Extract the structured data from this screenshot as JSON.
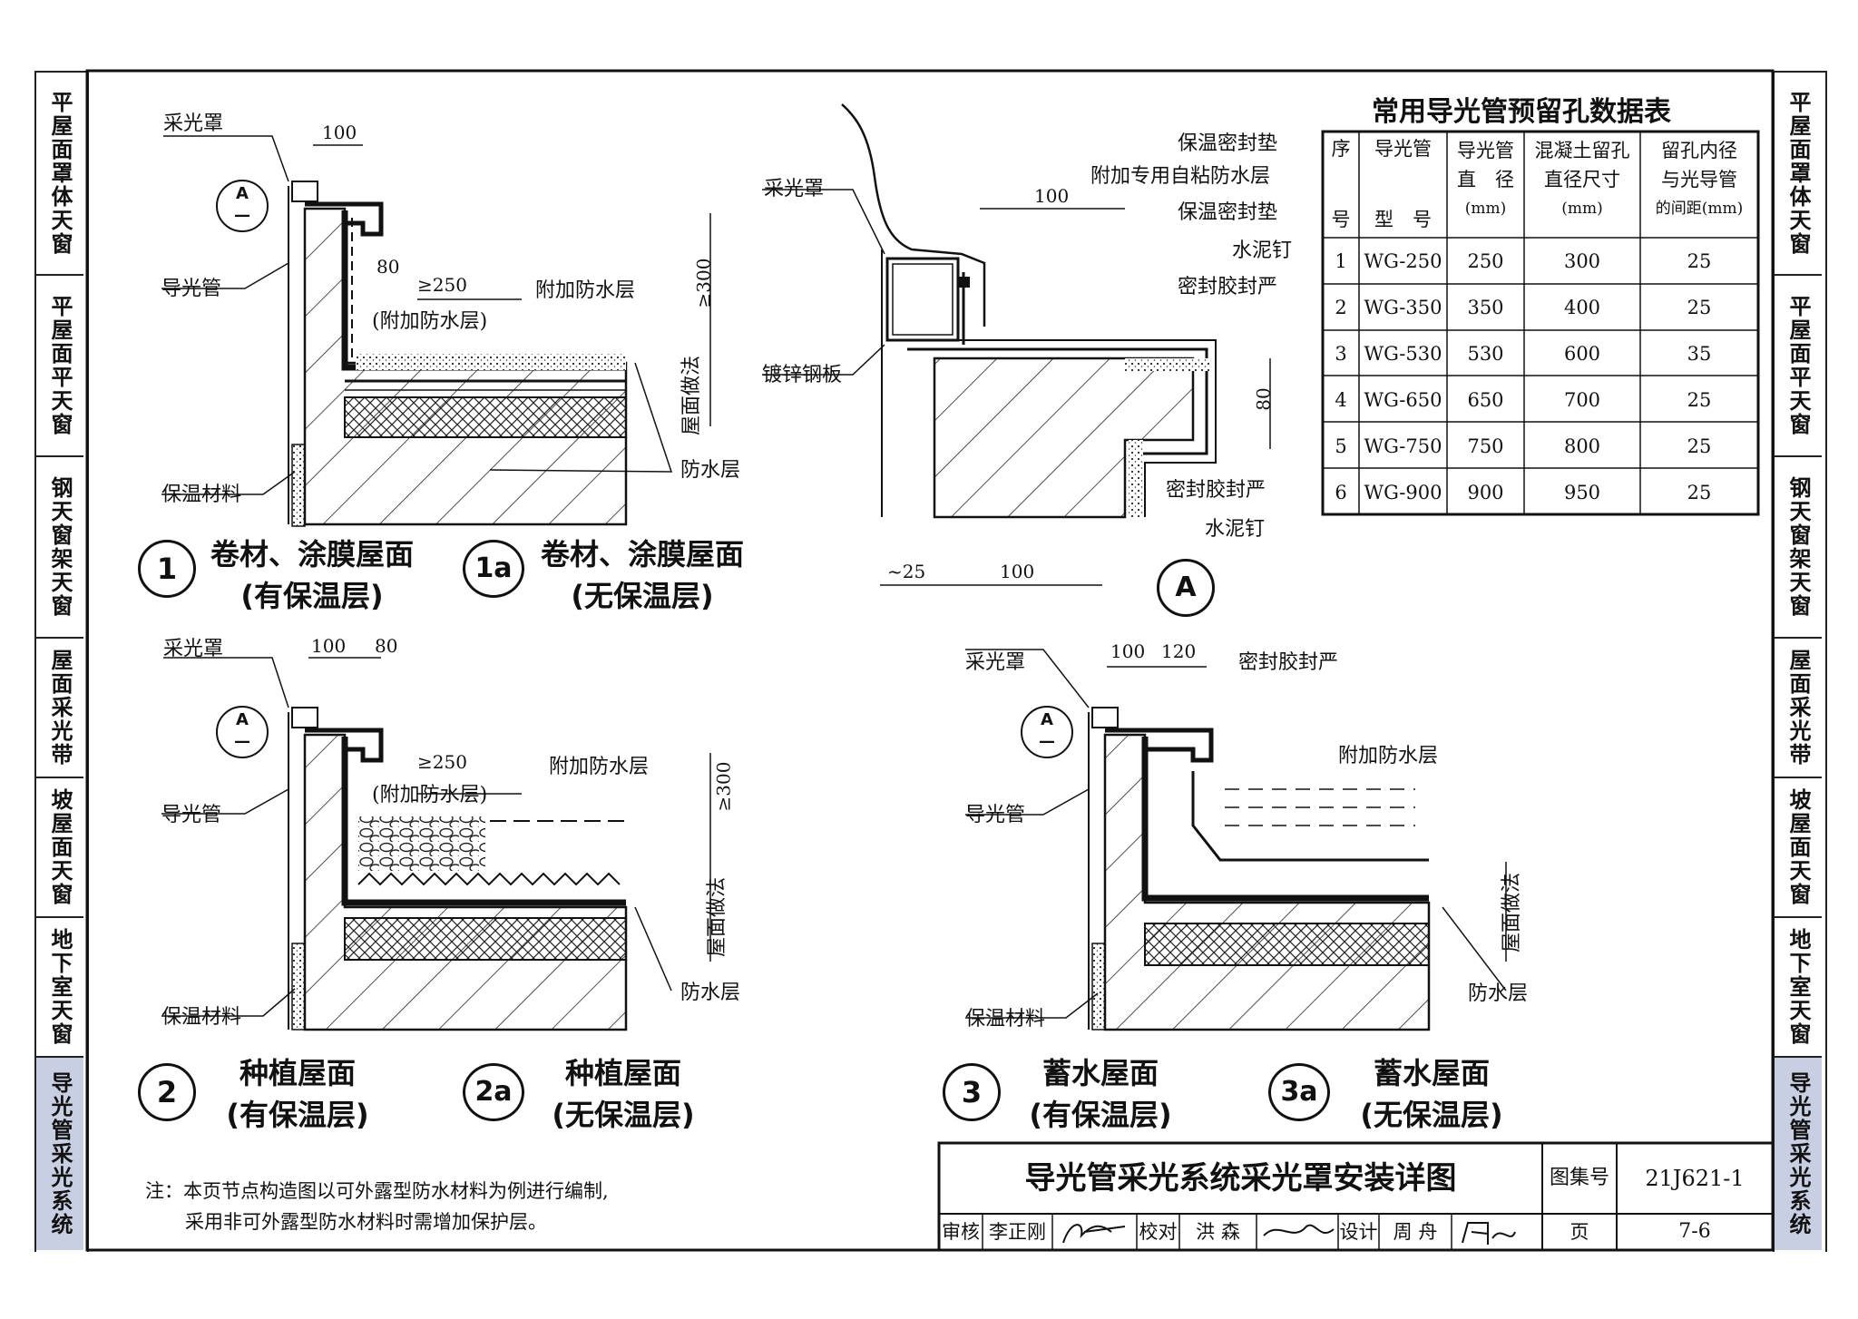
{
  "side_tabs_left": [
    {
      "label": "平屋面罩体天窗"
    },
    {
      "label": "平屋面平天窗"
    },
    {
      "label": "钢天窗架天窗"
    },
    {
      "label": "屋面采光带"
    },
    {
      "label": "坡屋面天窗"
    },
    {
      "label": "地下室天窗"
    },
    {
      "label": "导光管采光系统"
    }
  ],
  "side_tabs_right": [
    {
      "label": "平屋面罩体天窗"
    },
    {
      "label": "平屋面平天窗"
    },
    {
      "label": "钢天窗架天窗"
    },
    {
      "label": "屋面采光带"
    },
    {
      "label": "坡屋面天窗"
    },
    {
      "label": "地下室天窗"
    },
    {
      "label": "导光管采光系统"
    }
  ],
  "labels": {
    "cover": "采光罩",
    "tube": "导光管",
    "insulation": "保温材料",
    "extra_waterproof": "附加防水层",
    "extra_waterproof_paren": "(附加防水层)",
    "waterproof": "防水层",
    "roof_method": "屋面做法",
    "insul_gasket": "保温密封垫",
    "special_membrane": "附加专用自粘防水层",
    "cement_nail": "水泥钉",
    "sealant": "密封胶封严",
    "galv_steel": "镀锌钢板"
  },
  "dims": {
    "d100": "100",
    "d80": "80",
    "d250": "≥250",
    "d300": "≥300",
    "d120": "120",
    "d25": "~25"
  },
  "callout": {
    "letter": "A",
    "dash": "—"
  },
  "details": {
    "d1": {
      "num": "1",
      "line1": "卷材、涂膜屋面",
      "line2": "(有保温层)"
    },
    "d1a": {
      "num": "1a",
      "line1": "卷材、涂膜屋面",
      "line2": "(无保温层)"
    },
    "dA": {
      "num": "A"
    },
    "d2": {
      "num": "2",
      "line1": "种植屋面",
      "line2": "(有保温层)"
    },
    "d2a": {
      "num": "2a",
      "line1": "种植屋面",
      "line2": "(无保温层)"
    },
    "d3": {
      "num": "3",
      "line1": "蓄水屋面",
      "line2": "(有保温层)"
    },
    "d3a": {
      "num": "3a",
      "line1": "蓄水屋面",
      "line2": "(无保温层)"
    }
  },
  "table": {
    "title": "常用导光管预留孔数据表",
    "headers": [
      [
        "序",
        "号"
      ],
      [
        "导光管",
        "型　号"
      ],
      [
        "导光管",
        "直　径",
        "(mm)"
      ],
      [
        "混凝土留孔",
        "直径尺寸",
        "(mm)"
      ],
      [
        "留孔内径",
        "与光导管",
        "的间距(mm)"
      ]
    ],
    "rows": [
      [
        "1",
        "WG-250",
        "250",
        "300",
        "25"
      ],
      [
        "2",
        "WG-350",
        "350",
        "400",
        "25"
      ],
      [
        "3",
        "WG-530",
        "530",
        "600",
        "35"
      ],
      [
        "4",
        "WG-650",
        "650",
        "700",
        "25"
      ],
      [
        "5",
        "WG-750",
        "750",
        "800",
        "25"
      ],
      [
        "6",
        "WG-900",
        "900",
        "950",
        "25"
      ]
    ]
  },
  "note": {
    "line1": "注：本页节点构造图以可外露型防水材料为例进行编制,",
    "line2": "采用非可外露型防水材料时需增加保护层。"
  },
  "title_block": {
    "title": "导光管采光系统采光罩安装详图",
    "atlas_label": "图集号",
    "atlas_no": "21J621-1",
    "review_label": "审核",
    "reviewer": "李正刚",
    "check_label": "校对",
    "checker": "洪 森",
    "design_label": "设计",
    "designer": "周 舟",
    "page_label": "页",
    "page_no": "7-6"
  }
}
